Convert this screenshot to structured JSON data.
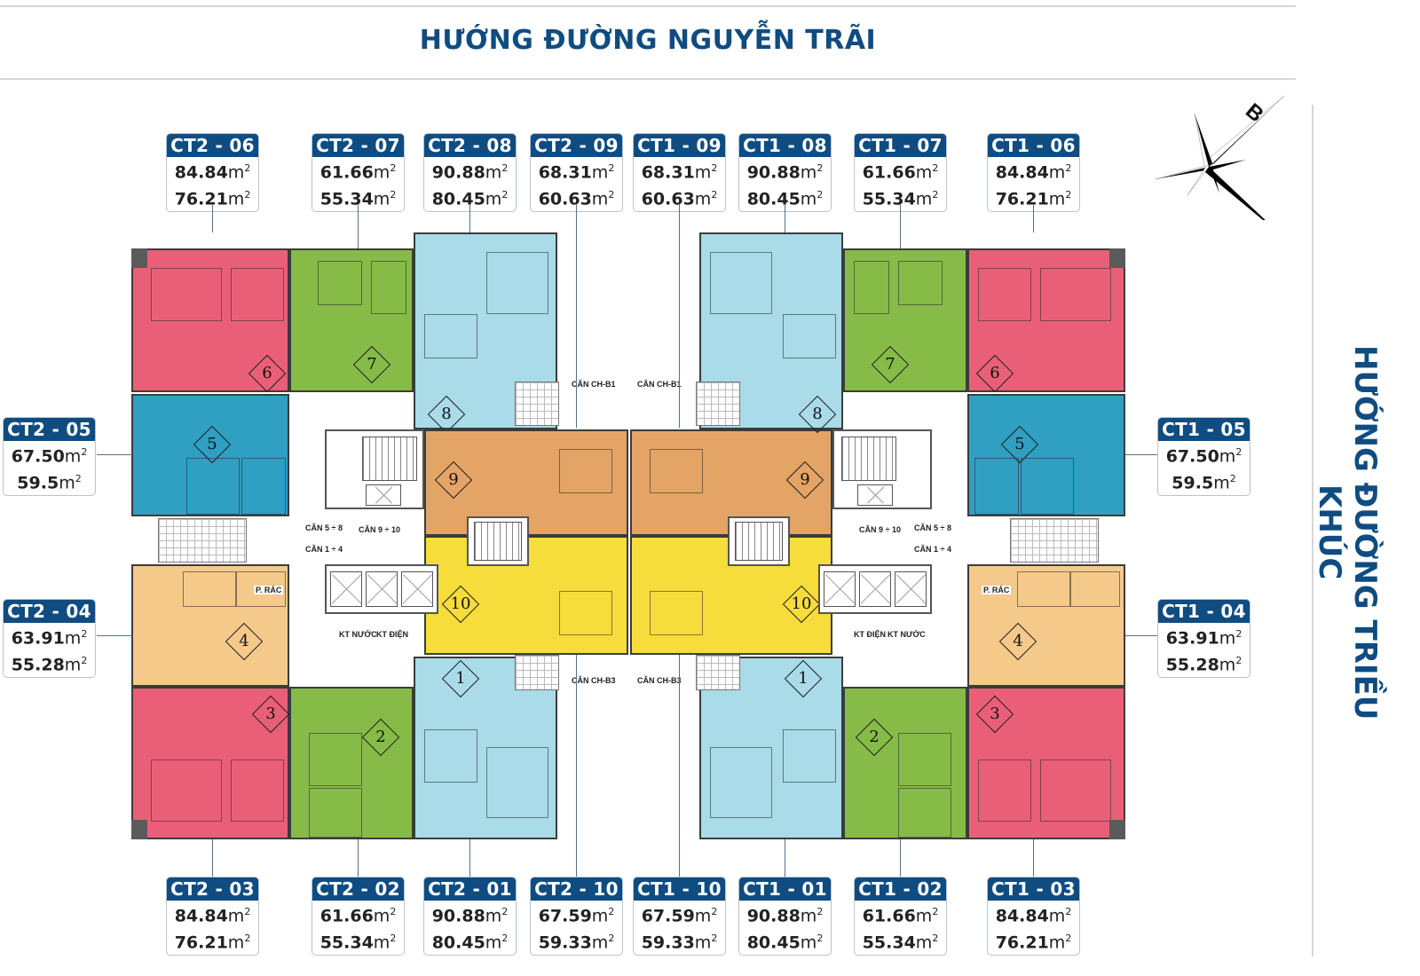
{
  "header": {
    "title": "HƯỚNG ĐƯỜNG NGUYỄN TRÃI"
  },
  "side": {
    "title": "HƯỚNG ĐƯỜNG TRIỀU KHÚC"
  },
  "compass": {
    "north_label": "B",
    "icon": "compass-rose-icon"
  },
  "unit_unit": "m",
  "labels": {
    "top": [
      {
        "code": "CT2 - 06",
        "area1": "84.84",
        "area2": "76.21"
      },
      {
        "code": "CT2 - 07",
        "area1": "61.66",
        "area2": "55.34"
      },
      {
        "code": "CT2 - 08",
        "area1": "90.88",
        "area2": "80.45"
      },
      {
        "code": "CT2 - 09",
        "area1": "68.31",
        "area2": "60.63"
      },
      {
        "code": "CT1 - 09",
        "area1": "68.31",
        "area2": "60.63"
      },
      {
        "code": "CT1 - 08",
        "area1": "90.88",
        "area2": "80.45"
      },
      {
        "code": "CT1 - 07",
        "area1": "61.66",
        "area2": "55.34"
      },
      {
        "code": "CT1 - 06",
        "area1": "84.84",
        "area2": "76.21"
      }
    ],
    "bottom": [
      {
        "code": "CT2 - 03",
        "area1": "84.84",
        "area2": "76.21"
      },
      {
        "code": "CT2 - 02",
        "area1": "61.66",
        "area2": "55.34"
      },
      {
        "code": "CT2 - 01",
        "area1": "90.88",
        "area2": "80.45"
      },
      {
        "code": "CT2 - 10",
        "area1": "67.59",
        "area2": "59.33"
      },
      {
        "code": "CT1 - 10",
        "area1": "67.59",
        "area2": "59.33"
      },
      {
        "code": "CT1 - 01",
        "area1": "90.88",
        "area2": "80.45"
      },
      {
        "code": "CT1 - 02",
        "area1": "61.66",
        "area2": "55.34"
      },
      {
        "code": "CT1 - 03",
        "area1": "84.84",
        "area2": "76.21"
      }
    ],
    "left": [
      {
        "code": "CT2 - 05",
        "area1": "67.50",
        "area2": "59.5"
      },
      {
        "code": "CT2 - 04",
        "area1": "63.91",
        "area2": "55.28"
      }
    ],
    "right": [
      {
        "code": "CT1 - 05",
        "area1": "67.50",
        "area2": "59.5"
      },
      {
        "code": "CT1 - 04",
        "area1": "63.91",
        "area2": "55.28"
      }
    ]
  },
  "plan": {
    "unit_numbers": [
      "1",
      "2",
      "3",
      "4",
      "5",
      "6",
      "7",
      "8",
      "9",
      "10"
    ],
    "annotations": {
      "can_ch_b1": "CĂN CH-B1",
      "can_ch_b3": "CĂN CH-B3",
      "can_5_8": "CĂN 5 ÷ 8",
      "can_9_10": "CĂN 9 ÷ 10",
      "can_1_4": "CĂN 1 ÷ 4",
      "p_rac": "P. RÁC",
      "kt_nuoc": "KT NƯỚC",
      "kt_dien": "KT ĐIỆN"
    },
    "colors": {
      "unit_1_8": "#a9dbe8",
      "unit_2_7": "#86bb48",
      "unit_3_6": "#ea5f78",
      "unit_4": "#f5c98a",
      "unit_5": "#2f9fc2",
      "unit_9": "#e3a466",
      "unit_10": "#f6dd3b",
      "label_header": "#0f4c81"
    }
  }
}
